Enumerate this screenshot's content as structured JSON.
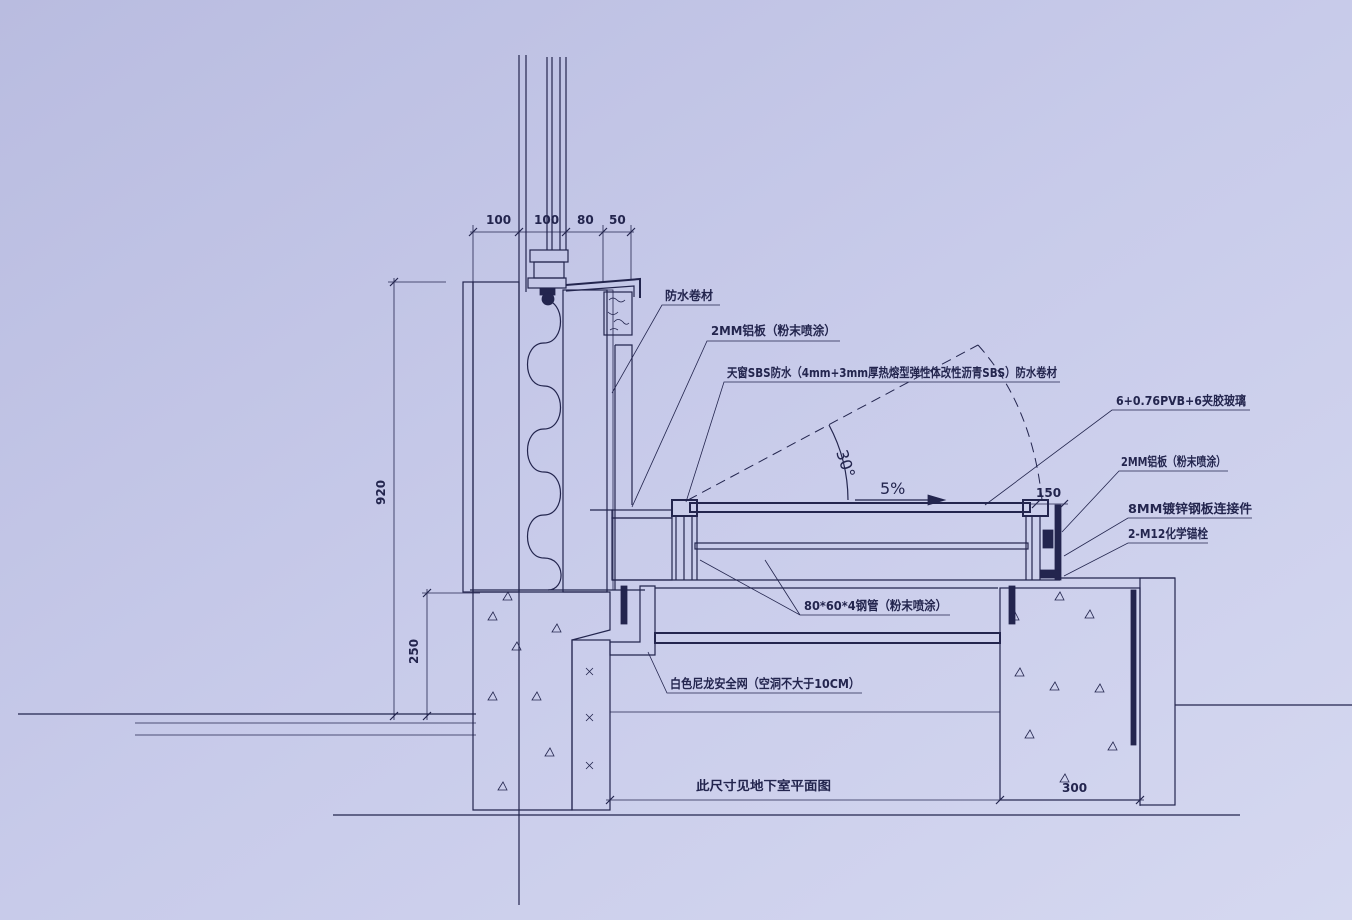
{
  "dimensions": {
    "top_1": "100",
    "top_2": "100",
    "top_3": "80",
    "top_4": "50",
    "height_total": "920",
    "height_base": "250",
    "width_right": "300",
    "width_small": "150"
  },
  "labels": {
    "waterproof_membrane": "防水卷材",
    "aluminum_panel_top": "2MM铝板（粉末喷涂）",
    "skylight_sbs_membrane": "天窗SBS防水（4mm+3mm厚热熔型弹性体改性沥青SBS）防水卷材",
    "laminated_glass": "6+0.76PVB+6夹胶玻璃",
    "aluminum_panel_right": "2MM铝板（粉末喷涂）",
    "steel_plate_connector": "8MM镀锌钢板连接件",
    "chemical_anchor": "2-M12化学锚栓",
    "steel_tube": "80*60*4钢管（粉末喷涂）",
    "safety_net": "白色尼龙安全网（空洞不大于10CM）",
    "basement_reference": "此尺寸见地下室平面图"
  },
  "annotations": {
    "angle": "30°",
    "slope": "5%"
  },
  "colors": {
    "paper": "#c8cbea",
    "ink": "#23254e"
  }
}
